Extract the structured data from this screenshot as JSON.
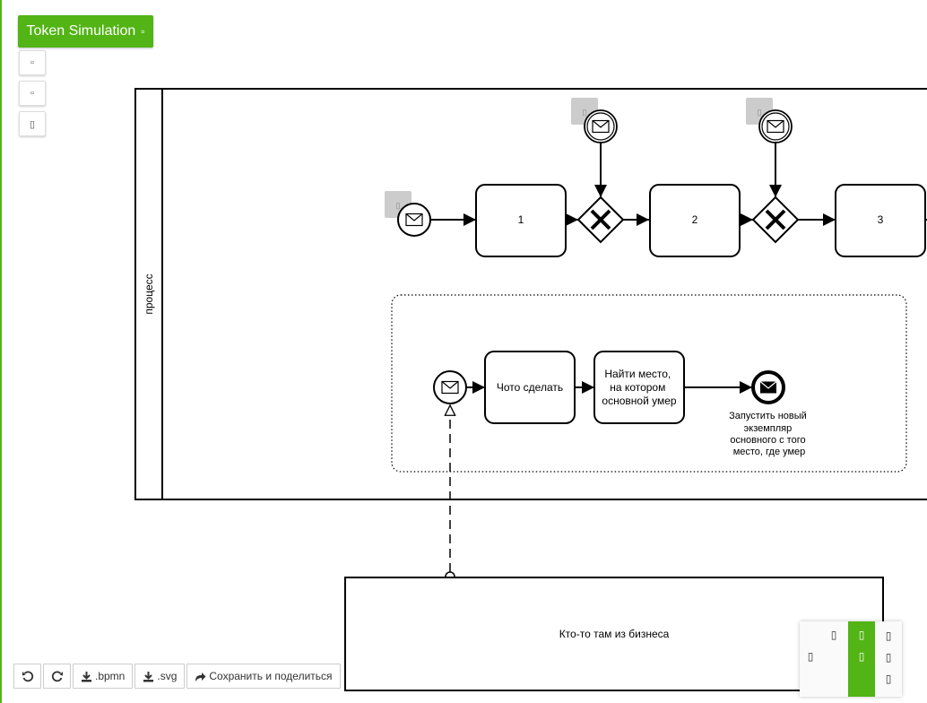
{
  "toolbar": {
    "token_simulation_label": "Token Simulation",
    "token_simulation_icon": "toggle-off-icon",
    "side_icons": [
      "play-pause-icon",
      "reset-icon",
      "log-icon"
    ]
  },
  "diagram": {
    "pool_label": "процесс",
    "tasks": [
      "1",
      "2",
      "3"
    ],
    "subprocess": {
      "task1": "Чото сделать",
      "task2_lines": [
        "Найти место,",
        "на котором",
        "основной умер"
      ],
      "end_event_lines": [
        "Запустить новый",
        "экземпляр",
        "основного с того",
        "место, где умер"
      ]
    },
    "external_participant": "Кто-то там из бизнеса"
  },
  "io": {
    "bpmn_label": ".bpmn",
    "svg_label": ".svg",
    "share_label": "Сохранить и поделиться"
  },
  "colors": {
    "accent": "#52b415",
    "stroke": "#000000",
    "trigger_gray": "#cccccc"
  }
}
